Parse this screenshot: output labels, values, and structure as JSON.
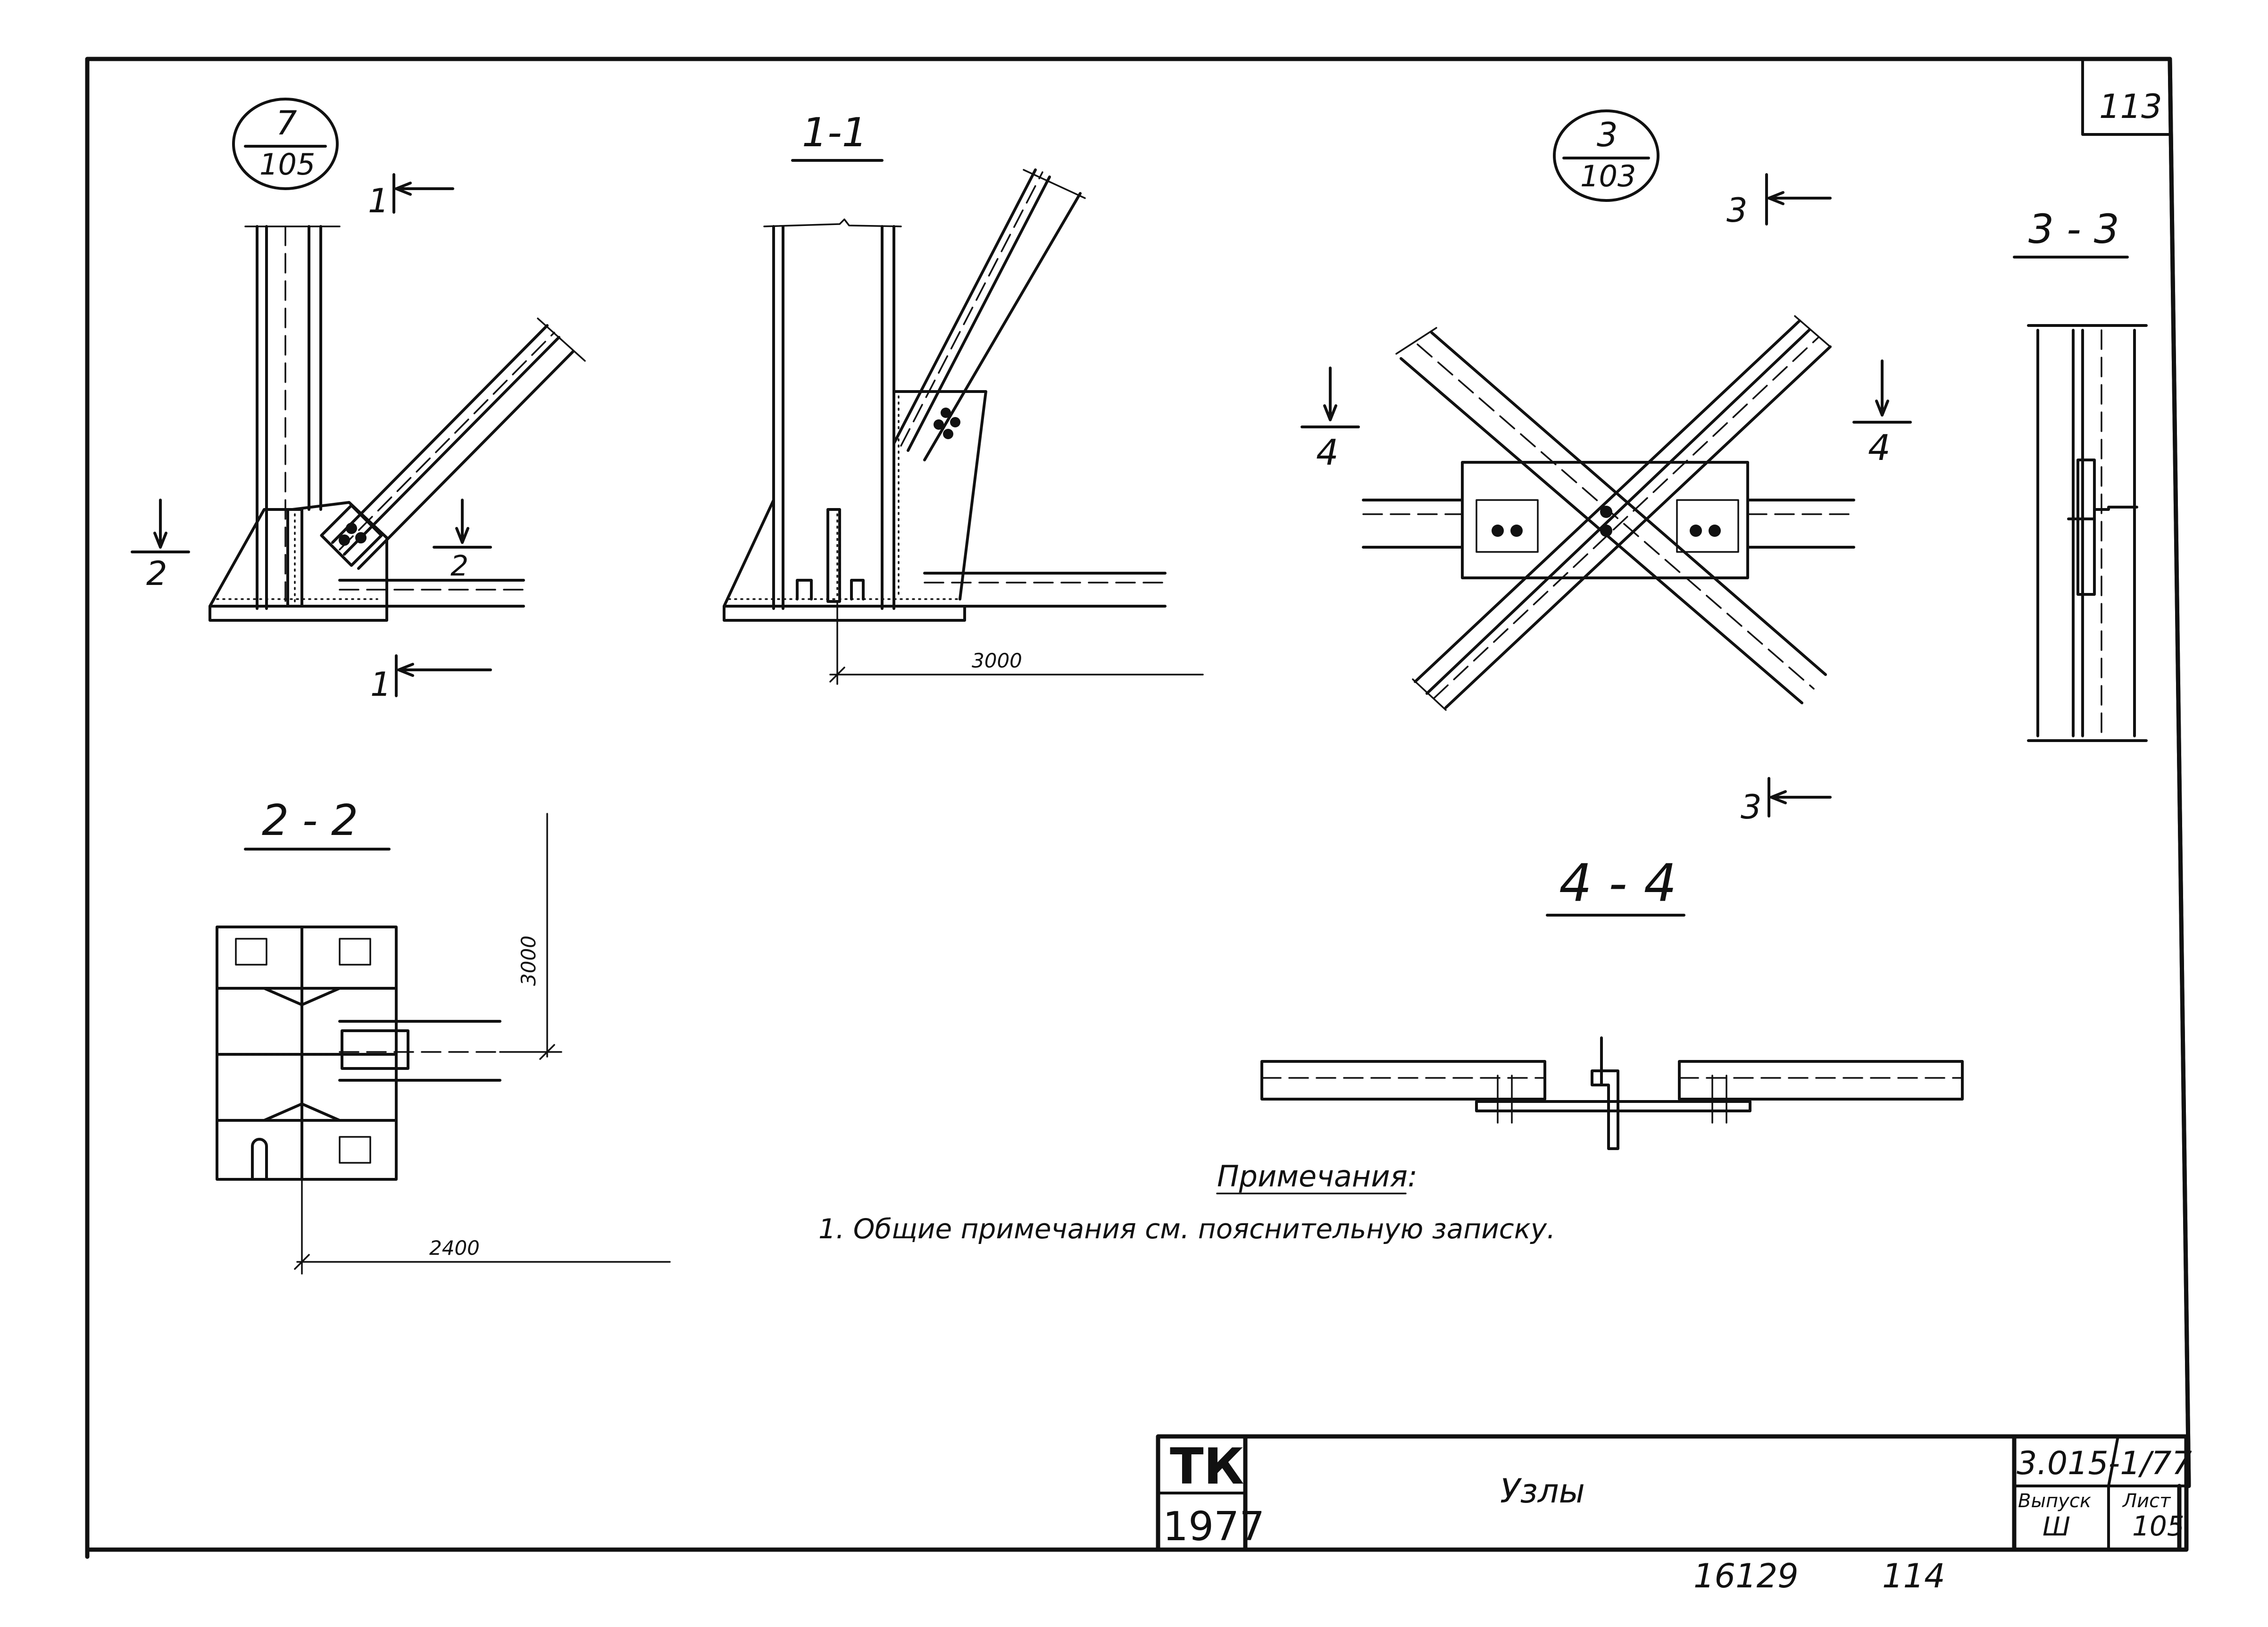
{
  "sheet": {
    "corner_sheet_number": "113",
    "details": [
      {
        "id": "callout-7-105",
        "top": "7",
        "bottom": "105"
      },
      {
        "id": "callout-3-103",
        "top": "3",
        "bottom": "103"
      }
    ],
    "section_titles": {
      "s11": "1-1",
      "s22": "2 - 2",
      "s33": "3 - 3",
      "s44": "4 - 4"
    },
    "cut_marks": {
      "one": "1",
      "two": "2",
      "three": "3",
      "four": "4"
    },
    "dimensions": {
      "d3000_a": "3000",
      "d3000_b": "3000",
      "d2400": "2400"
    },
    "notes": {
      "heading": "Примечания:",
      "item1": "1. Общие    примечания    см.    пояснительную    записку."
    },
    "title_block": {
      "org": "ТК",
      "year": "1977",
      "title": "Узлы",
      "series": "3.015-1/77",
      "issue_label": "Выпуск",
      "issue_value": "Ш",
      "sheet_label": "Лист",
      "sheet_value": "105"
    },
    "footer": {
      "inventory": "16129",
      "page": "114"
    }
  }
}
